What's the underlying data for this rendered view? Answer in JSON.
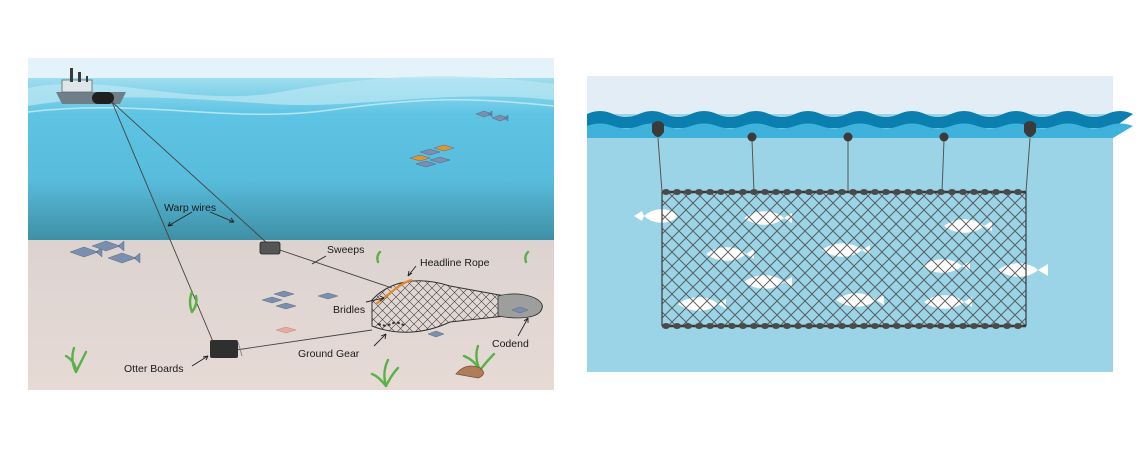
{
  "trawl_diagram": {
    "labels": {
      "warp_wires": "Warp wires",
      "sweeps": "Sweeps",
      "headline_rope": "Headline Rope",
      "bridles": "Bridles",
      "ground_gear": "Ground Gear",
      "otter_boards": "Otter Boards",
      "codend": "Codend"
    }
  },
  "gillnet_diagram": {},
  "colors": {
    "sky": "#e3f3f9",
    "water_surface": "#a6deef",
    "water_mid": "#5ec4e4",
    "water_deep": "#3d8fa6",
    "seafloor": "#e3d6d2",
    "gillnet_sky": "#e3edf6",
    "gillnet_water": "#9bd4e6",
    "gillnet_wave_dark": "#0b7fb0",
    "gillnet_wave_light": "#3fb2dc",
    "net_line": "#4a4a4a",
    "headline_orange": "#e08a2d",
    "seaweed": "#5bb04a",
    "fish_grey": "#8a9cb8"
  },
  "icons": [
    "trawler-boat-icon",
    "otter-board-icon",
    "seaweed-icon",
    "fish-icon",
    "rock-icon",
    "float-buoy-icon"
  ]
}
